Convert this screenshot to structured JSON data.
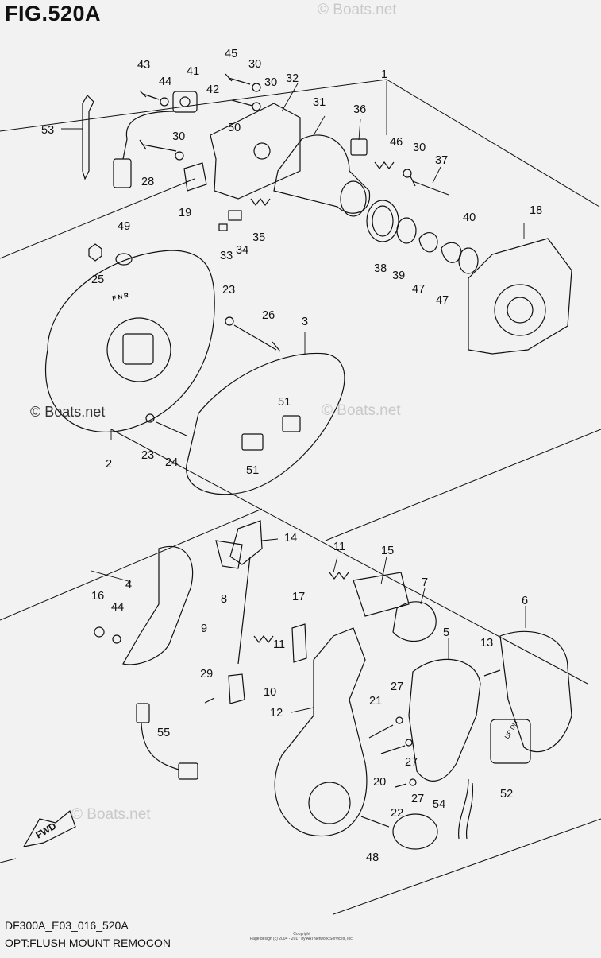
{
  "figure": {
    "title": "FIG.520A",
    "code": "DF300A_E03_016_520A",
    "description": "OPT:FLUSH MOUNT REMOCON"
  },
  "watermarks": [
    "© Boats.net",
    "© Boats.net",
    "© Boats.net",
    "© Boats.net"
  ],
  "copyright": {
    "line1": "Copyright",
    "line2": "Page design (c) 2004 - 2017 by ARI Network Services, Inc."
  },
  "fwd_label": "FWD",
  "shift_label": "F  N  R",
  "button_label": "UP DN",
  "parts": {
    "p1": "1",
    "p2": "2",
    "p3": "3",
    "p4": "4",
    "p5": "5",
    "p6": "6",
    "p7": "7",
    "p8": "8",
    "p9": "9",
    "p10": "10",
    "p11a": "11",
    "p11b": "11",
    "p12": "12",
    "p13": "13",
    "p14": "14",
    "p15": "15",
    "p16": "16",
    "p17": "17",
    "p18": "18",
    "p19": "19",
    "p20": "20",
    "p21": "21",
    "p22": "22",
    "p23a": "23",
    "p23b": "23",
    "p24": "24",
    "p25": "25",
    "p26": "26",
    "p27a": "27",
    "p27b": "27",
    "p27c": "27",
    "p28": "28",
    "p29": "29",
    "p30a": "30",
    "p30b": "30",
    "p30c": "30",
    "p30d": "30",
    "p31": "31",
    "p32": "32",
    "p33": "33",
    "p34": "34",
    "p35": "35",
    "p36": "36",
    "p37": "37",
    "p38": "38",
    "p39": "39",
    "p40": "40",
    "p41": "41",
    "p42": "42",
    "p43": "43",
    "p44a": "44",
    "p44b": "44",
    "p45": "45",
    "p46": "46",
    "p47a": "47",
    "p47b": "47",
    "p48": "48",
    "p49": "49",
    "p50": "50",
    "p51a": "51",
    "p51b": "51",
    "p52": "52",
    "p53": "53",
    "p54": "54",
    "p55": "55"
  }
}
